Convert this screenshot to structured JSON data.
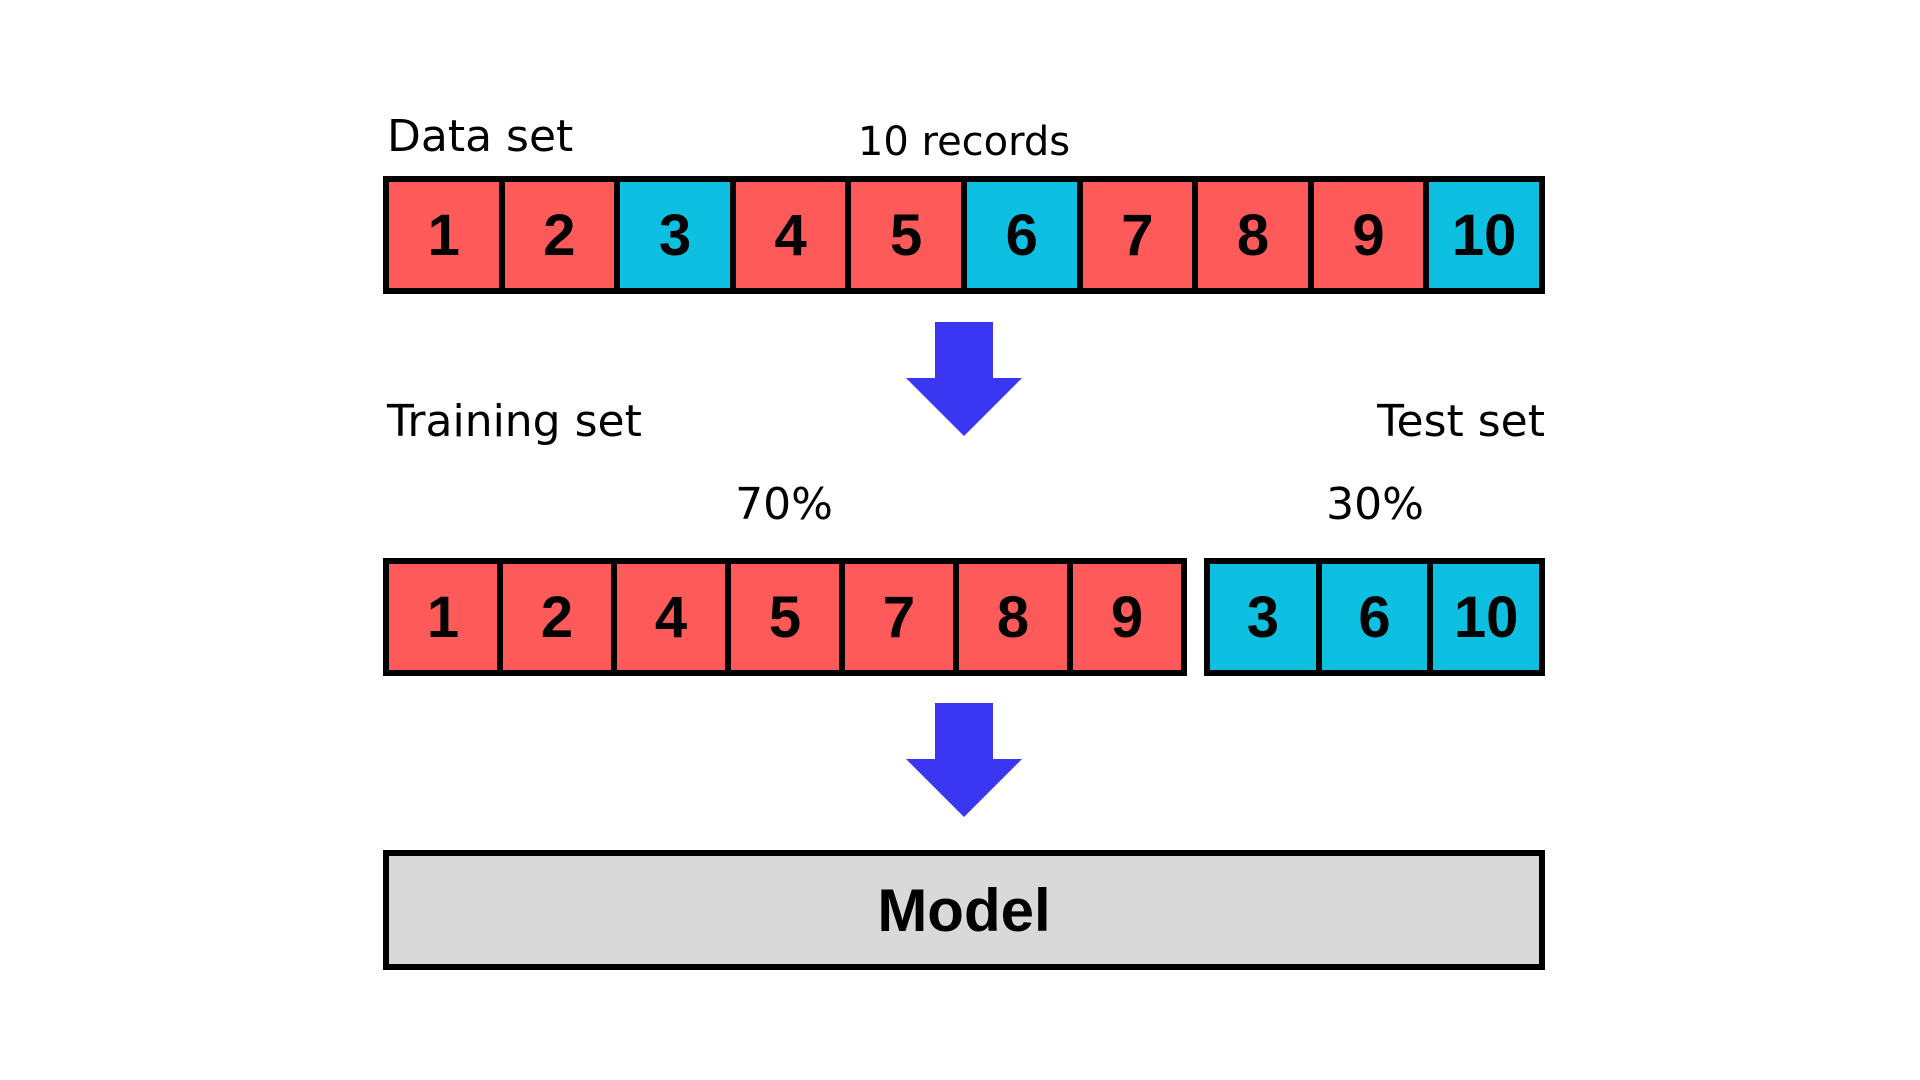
{
  "colors": {
    "train": "#ff5a5a",
    "test": "#0dbfe0",
    "arrow": "#3a36f2",
    "model_bg": "#d9d9d9",
    "border": "#000000"
  },
  "dataset": {
    "label": "Data set",
    "count_label": "10 records",
    "records": [
      {
        "id": "1",
        "group": "train"
      },
      {
        "id": "2",
        "group": "train"
      },
      {
        "id": "3",
        "group": "test"
      },
      {
        "id": "4",
        "group": "train"
      },
      {
        "id": "5",
        "group": "train"
      },
      {
        "id": "6",
        "group": "test"
      },
      {
        "id": "7",
        "group": "train"
      },
      {
        "id": "8",
        "group": "train"
      },
      {
        "id": "9",
        "group": "train"
      },
      {
        "id": "10",
        "group": "test"
      }
    ]
  },
  "training": {
    "label": "Training set",
    "percent": "70%",
    "records": [
      "1",
      "2",
      "4",
      "5",
      "7",
      "8",
      "9"
    ]
  },
  "test": {
    "label": "Test set",
    "percent": "30%",
    "records": [
      "3",
      "6",
      "10"
    ]
  },
  "model": {
    "label": "Model"
  },
  "icons": [
    "arrow-down-icon",
    "arrow-down-icon"
  ]
}
